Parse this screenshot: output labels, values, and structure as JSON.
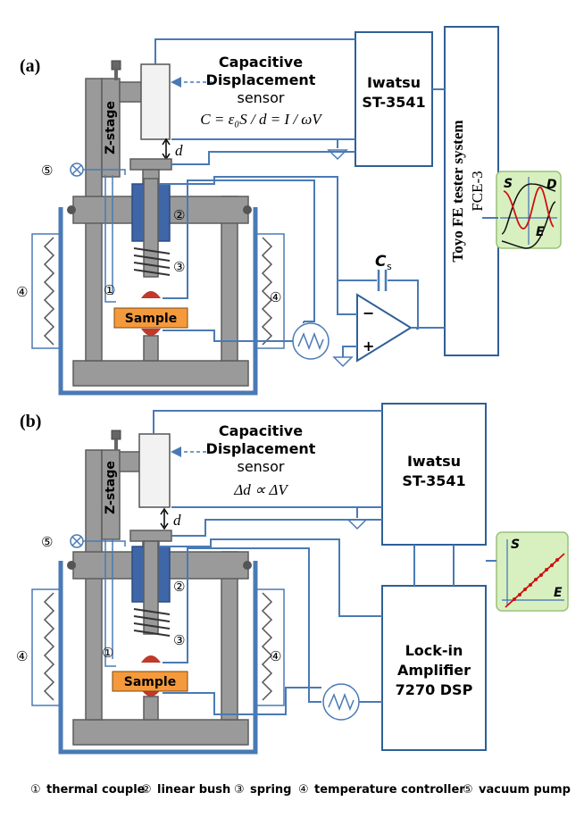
{
  "panel_a": {
    "label": "(a)",
    "zstage": "Z-stage",
    "sensor_line1": "Capacitive",
    "sensor_line2": "Displacement",
    "sensor_line3": "sensor",
    "formula": "C = ε₀S / d = I / ωV",
    "gap_label": "d",
    "iwatsu_line1": "Iwatsu",
    "iwatsu_line2": "ST-3541",
    "toyo_line1": "Toyo FE tester system",
    "toyo_line2": "FCE-3",
    "capacitor_label": "C",
    "capacitor_sub": "s",
    "opamp_minus": "−",
    "opamp_plus": "+",
    "sample": "Sample",
    "marker_1": "①",
    "marker_2": "②",
    "marker_3": "③",
    "marker_4": "④",
    "marker_5": "⑤",
    "inset_S": "S",
    "inset_D": "D",
    "inset_E": "E"
  },
  "panel_b": {
    "label": "(b)",
    "zstage": "Z-stage",
    "sensor_line1": "Capacitive",
    "sensor_line2": "Displacement",
    "sensor_line3": "sensor",
    "formula": "Δd ∝ ΔV",
    "gap_label": "d",
    "iwatsu_line1": "Iwatsu",
    "iwatsu_line2": "ST-3541",
    "lockin_line1": "Lock-in",
    "lockin_line2": "Amplifier",
    "lockin_line3": "7270 DSP",
    "sample": "Sample",
    "marker_1": "①",
    "marker_2": "②",
    "marker_3": "③",
    "marker_4": "④",
    "marker_5": "⑤",
    "inset_S": "S",
    "inset_E": "E"
  },
  "legend": {
    "m1": "①",
    "t1": "thermal couple",
    "m2": "②",
    "t2": "linear bush",
    "m3": "③",
    "t3": "spring",
    "m4": "④",
    "t4": "temperature controller",
    "m5": "⑤",
    "t5": "vacuum  pump"
  },
  "colors": {
    "wire": "#4a7ab5",
    "frame_gray": "#9a9a9a",
    "bush_blue": "#3f67a8",
    "sample_orange": "#f59a3c",
    "electrode_red": "#c0392b",
    "inset_green": "#d8f0c0"
  }
}
